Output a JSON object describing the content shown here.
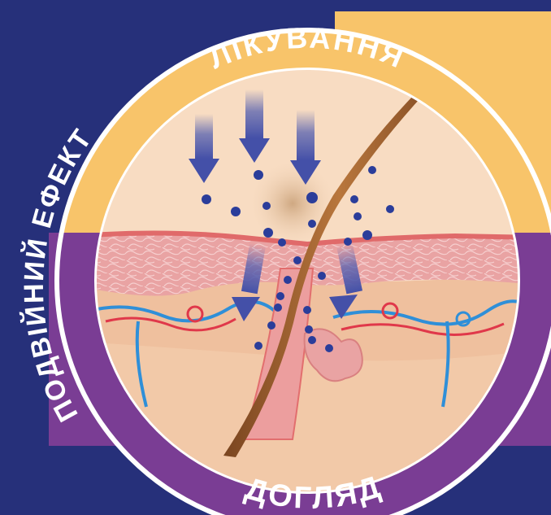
{
  "labels": {
    "top": "ЛІКУВАННЯ",
    "bottom": "ДОГЛЯД",
    "side": "ПОДВІЙНИЙ ЕФЕКТ"
  },
  "colors": {
    "background": "#26307a",
    "band_top": "#f8c46a",
    "band_bottom": "#7a3d94",
    "ring": "#ffffff",
    "skin_top": "#f8dcc2",
    "epidermis": "#e8a0a0",
    "dermis": "#efc09e",
    "hair": "#a0602e",
    "arrow": "#5560b0",
    "particle": "#2b3d9a",
    "vessel_red": "#e0384a",
    "vessel_blue": "#2f8fd8"
  },
  "icons": [
    "down-arrow-icon",
    "hair-icon",
    "particle-icon"
  ]
}
